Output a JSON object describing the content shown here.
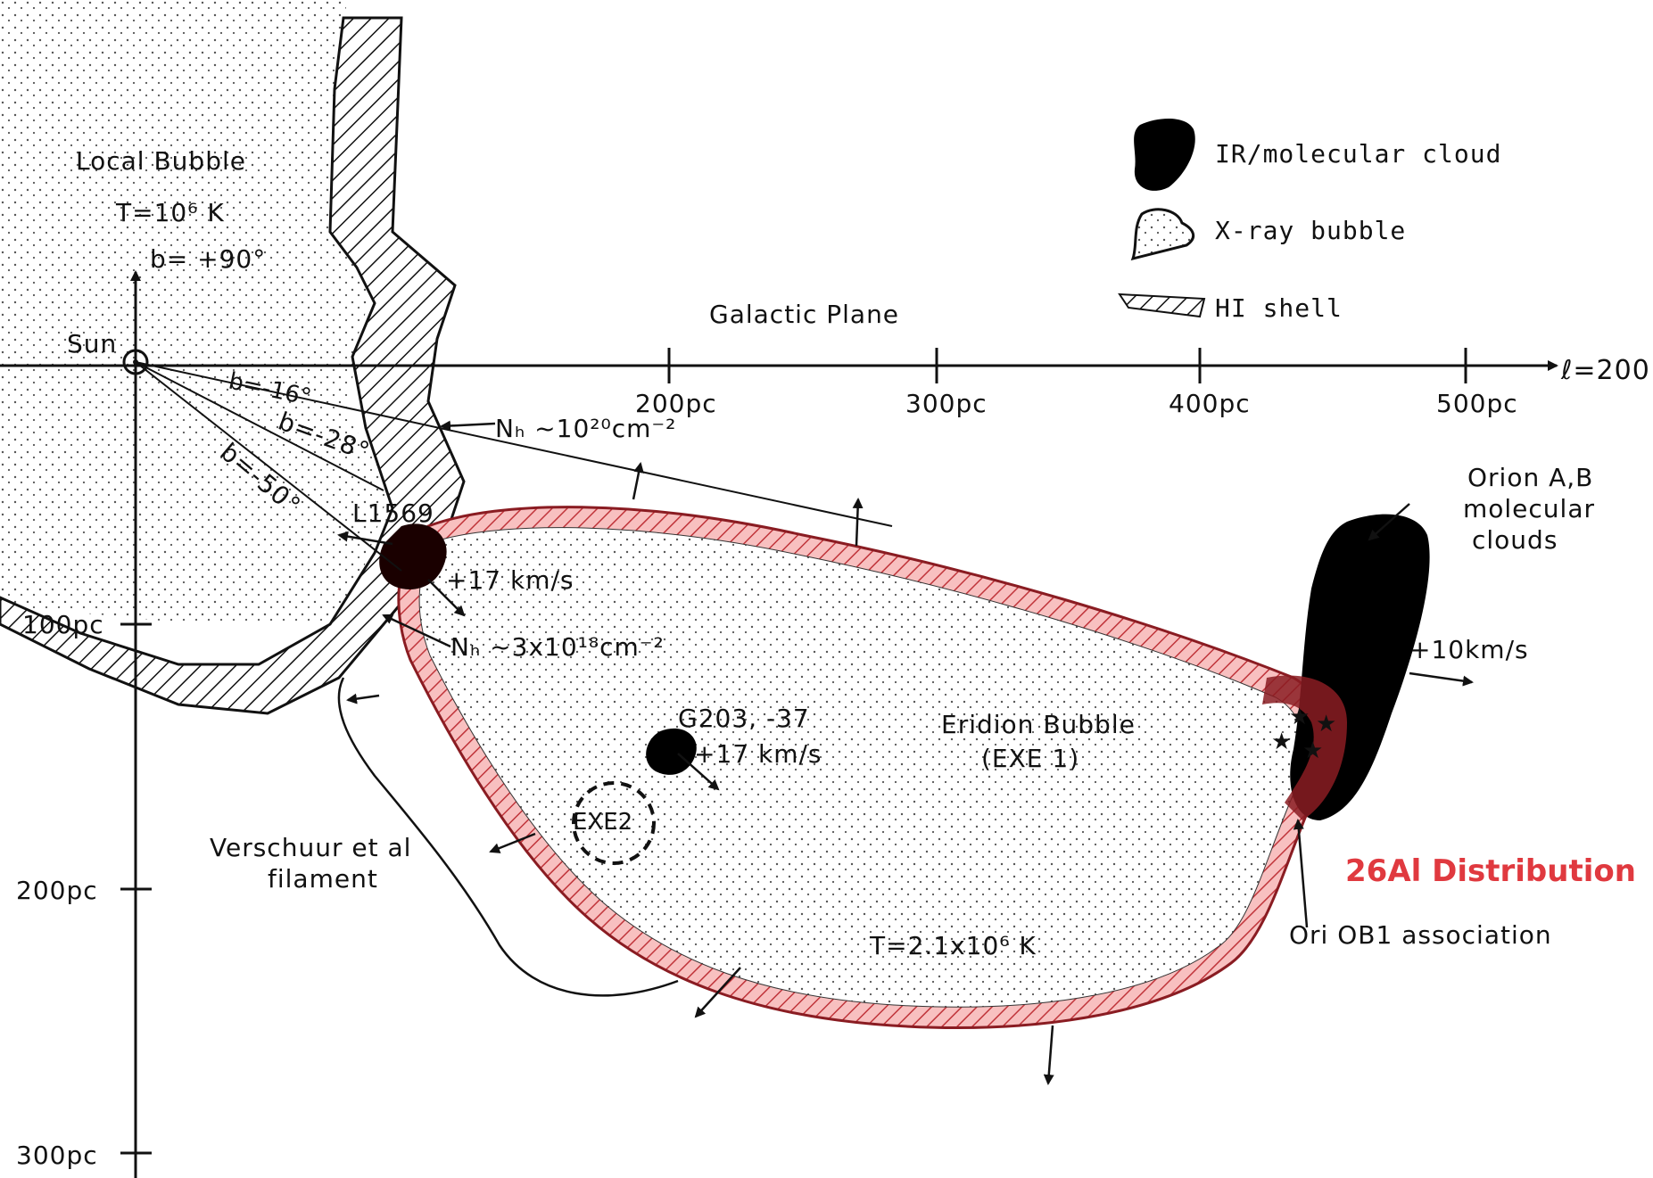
{
  "labels": {
    "local_bubble": "Local Bubble",
    "local_temp": "T=10⁶ K",
    "b_plus90": "b= +90°",
    "sun": "Sun",
    "b_minus16": "b=-16°",
    "b_minus28": "b=-28°",
    "b_minus50": "b=-50°",
    "l1569": "L1569",
    "galactic_plane": "Galactic Plane",
    "l_axis": "ℓ=200",
    "nh_1e20": "Nₕ ~10²⁰cm⁻²",
    "v_plus17a": "+17 km/s",
    "nh_3e18": "Nₕ ~3x10¹⁸cm⁻²",
    "g203": "G203, -37",
    "v_plus17b": "+17 km/s",
    "exe2": "EXE2",
    "eridion_line1": "Eridion Bubble",
    "eridion_line2": "(EXE 1)",
    "verschuur_line1": "Verschuur et al",
    "verschuur_line2": "filament",
    "eridion_temp": "T=2.1x10⁶ K",
    "orion_line1": "Orion A,B",
    "orion_line2": "molecular",
    "orion_line3": "clouds",
    "v_plus10": "+10km/s",
    "al26": "26Al Distribution",
    "ori_ob1": "Ori OB1 association"
  },
  "x_ticks": [
    "200pc",
    "300pc",
    "400pc",
    "500pc"
  ],
  "y_ticks": [
    "100pc",
    "200pc",
    "300pc"
  ],
  "legend": [
    {
      "icon": "ir-cloud-icon",
      "label": "IR/molecular cloud"
    },
    {
      "icon": "xray-bubble-icon",
      "label": "X-ray bubble"
    },
    {
      "icon": "hi-shell-icon",
      "label": "HI shell"
    }
  ],
  "colors": {
    "al26_red": "#e0393f",
    "shell_pink": "#f4a6a6"
  }
}
